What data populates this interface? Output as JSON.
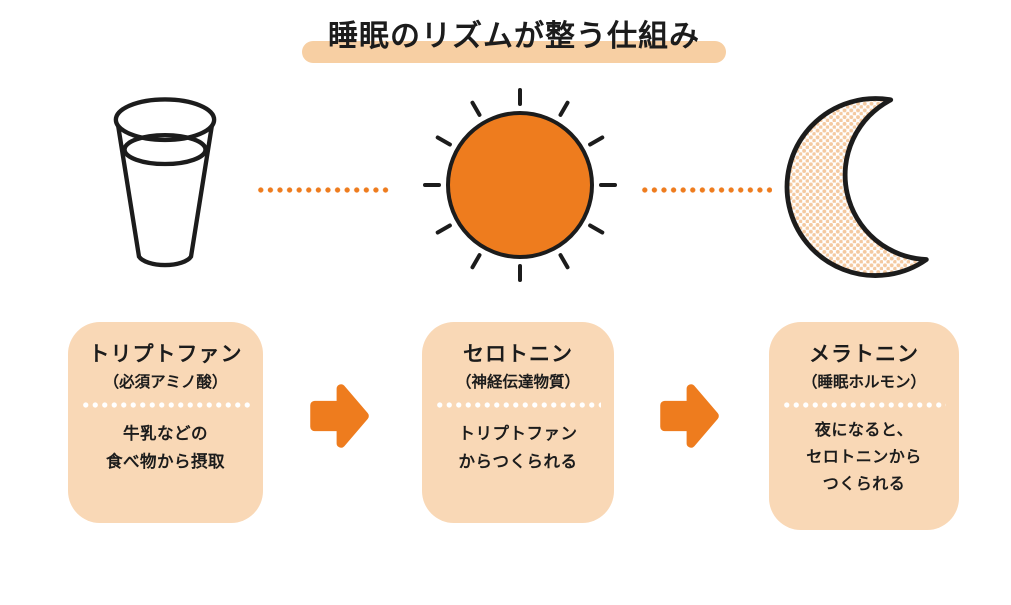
{
  "title": {
    "text": "睡眠のリズムが整う仕組み"
  },
  "colors": {
    "accent_orange": "#EE7C1E",
    "card_peach": "#F9D8B6",
    "title_highlight_peach": "#F7CFA3",
    "moon_halftone_peach": "#F4C9A0",
    "ink_black": "#1C1C1C"
  },
  "icons": {
    "left": "milk-glass-icon",
    "middle": "sun-icon",
    "right": "crescent-moon-icon",
    "between_icons": "orange-dotted-line",
    "between_cards": "arrow-right-icon"
  },
  "steps": [
    {
      "heading": "トリプトファン",
      "subheading": "（必須アミノ酸）",
      "body": "牛乳などの\n食べ物から摂取"
    },
    {
      "heading": "セロトニン",
      "subheading": "（神経伝達物質）",
      "body": "トリプトファン\nからつくられる"
    },
    {
      "heading": "メラトニン",
      "subheading": "（睡眠ホルモン）",
      "body": "夜になると、\nセロトニンから\nつくられる"
    }
  ]
}
